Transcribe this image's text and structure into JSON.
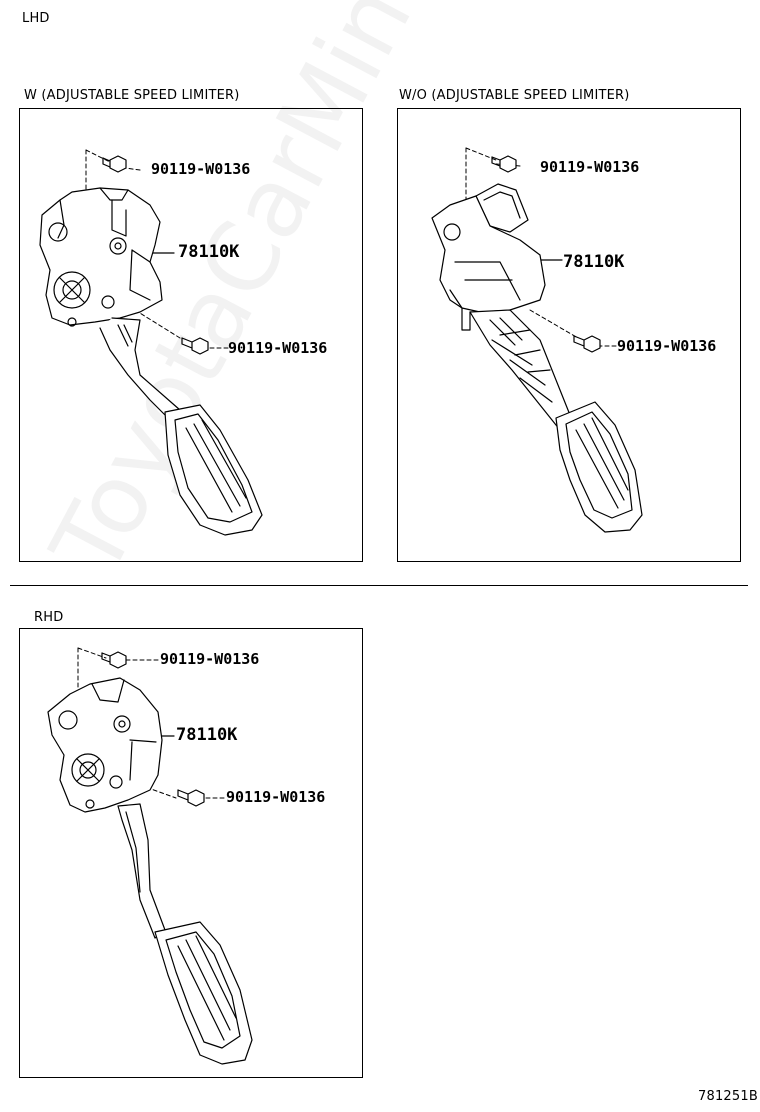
{
  "header": {
    "lhd_label": "LHD",
    "rhd_label": "RHD",
    "figure_id": "781251B"
  },
  "watermark": "ToyotaCarMine.ru",
  "panels": {
    "w_limiter": {
      "title": "W (ADJUSTABLE SPEED LIMITER)",
      "bolt_top": "90119-W0136",
      "pedal": "78110K",
      "bolt_bottom": "90119-W0136"
    },
    "wo_limiter": {
      "title": "W/O (ADJUSTABLE SPEED LIMITER)",
      "bolt_top": "90119-W0136",
      "pedal": "78110K",
      "bolt_bottom": "90119-W0136"
    },
    "rhd": {
      "bolt_top": "90119-W0136",
      "pedal": "78110K",
      "bolt_bottom": "90119-W0136"
    }
  },
  "colors": {
    "line": "#000000",
    "background": "#ffffff"
  }
}
